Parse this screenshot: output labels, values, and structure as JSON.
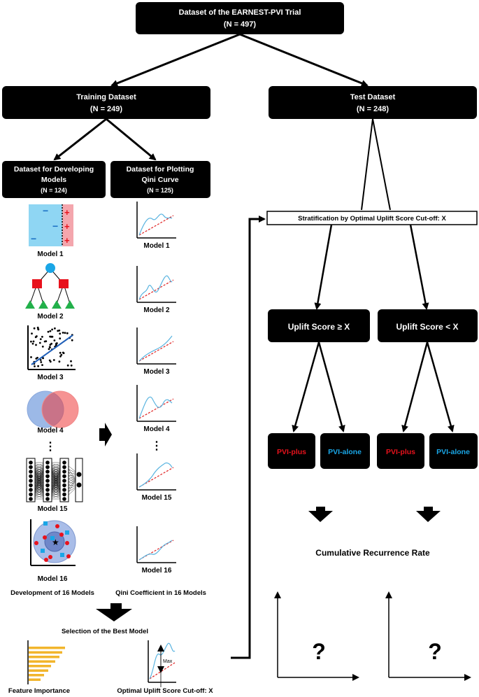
{
  "colors": {
    "box": "#000000",
    "box_text": "#ffffff",
    "plus": "#e8121c",
    "alone": "#1aa6e6",
    "qini_line": "#5ab4e0",
    "qini_ref": "#e02020",
    "bar": "#f2b52c"
  },
  "top": {
    "title": "Dataset of the EARNEST-PVI Trial",
    "n": "(N = 497)"
  },
  "training": {
    "title": "Training Dataset",
    "n": "(N = 249)"
  },
  "test": {
    "title": "Test Dataset",
    "n": "(N = 248)"
  },
  "dev": {
    "line1": "Dataset for Developing",
    "line2": "Models",
    "n": "(N = 124)"
  },
  "qini_set": {
    "line1": "Dataset for Plotting",
    "line2": "Qini Curve",
    "n": "(N = 125)"
  },
  "models_left": [
    "Model 1",
    "Model 2",
    "Model 3",
    "Model 4",
    "Model 15",
    "Model 16"
  ],
  "models_right": [
    "Model 1",
    "Model 2",
    "Model 3",
    "Model 4",
    "Model 15",
    "Model 16"
  ],
  "dots": "⋮",
  "dev16": "Development of 16 Models",
  "qini16": "Qini Coefficient in 16 Models",
  "selection": "Selection of the Best Model",
  "feature_importance": "Feature Importance",
  "optimal_cutoff": "Optimal Uplift Score Cut-off: X",
  "max_label": "Max",
  "stratification": "Stratification by Optimal Uplift Score Cut-off: X",
  "uplift_ge": "Uplift Score ≥ X",
  "uplift_lt": "Uplift Score < X",
  "pvi_plus": "PVI-plus",
  "pvi_alone": "PVI-alone",
  "cumulative": "Cumulative Recurrence Rate",
  "question": "?",
  "model1_signs": {
    "minus": "−",
    "plus": "+"
  }
}
